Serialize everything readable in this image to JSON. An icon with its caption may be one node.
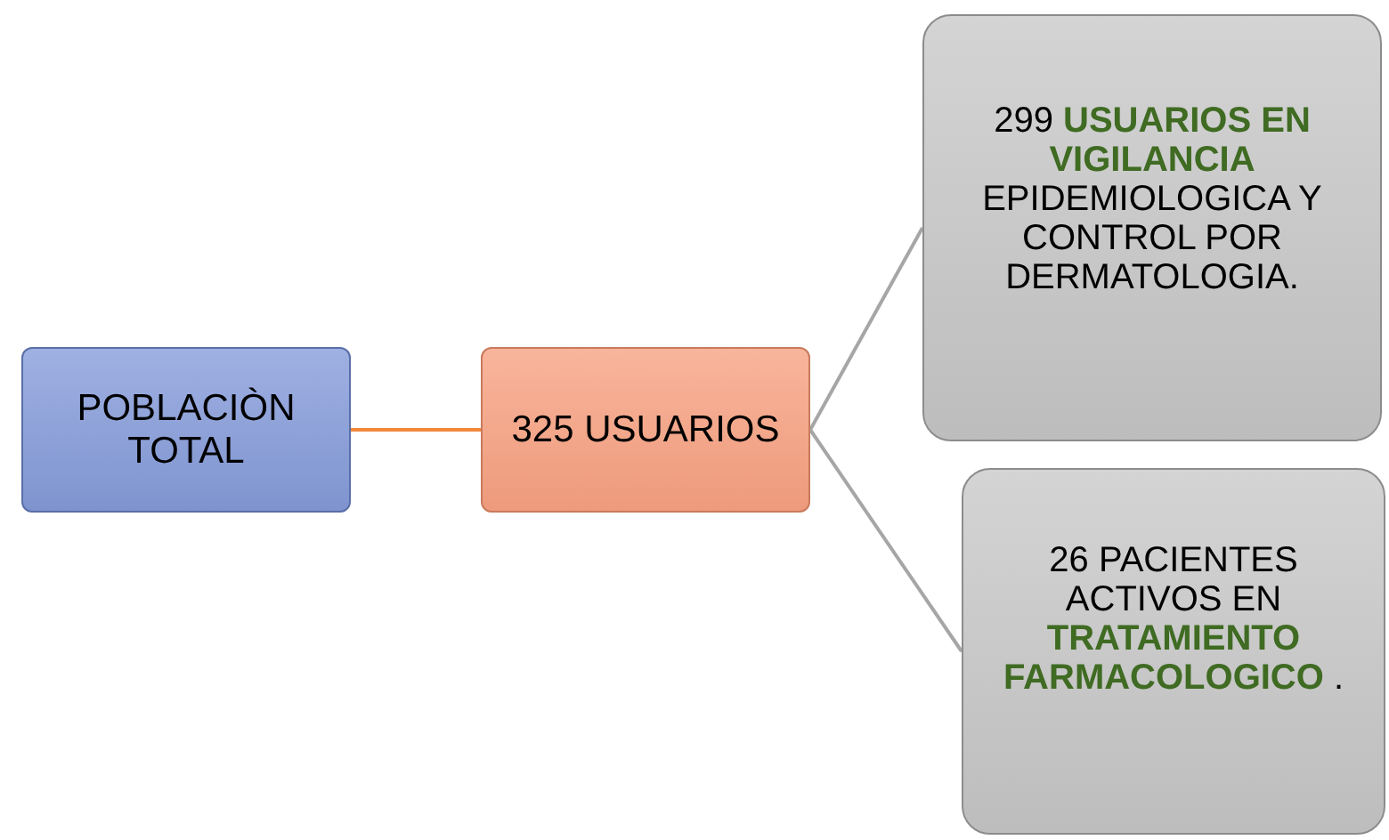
{
  "diagram": {
    "nodes": [
      {
        "text": [
          "POBLACIÒN TOTAL"
        ]
      },
      {
        "text": [
          "325 USUARIOS"
        ]
      },
      {
        "text": [
          "299 **USUARIOS EN VIGILANCIA** EPIDEMIOLOGICA Y CONTROL POR DERMATOLOGIA."
        ]
      },
      {
        "text": [
          "26 PACIENTES ACTIVOS EN **TRATAMIENTO FARMACOLOGICO** ."
        ]
      }
    ],
    "edges": [
      {
        "from": 0,
        "to": 1,
        "arrow": "none",
        "color": "#f0883a"
      },
      {
        "from": 1,
        "to": 2,
        "arrow": "none"
      },
      {
        "from": 1,
        "to": 3,
        "arrow": "none"
      }
    ]
  }
}
